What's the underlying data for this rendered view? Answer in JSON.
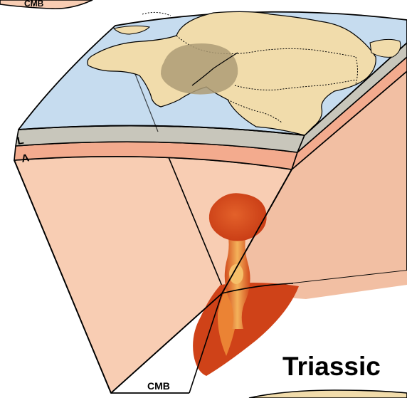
{
  "figure": {
    "period_title": "Triassic",
    "layers": {
      "lithosphere": "L",
      "asthenosphere": "A",
      "core_mantle_boundary": "CMB",
      "top_cut_label": "CMB"
    }
  },
  "colors": {
    "ocean": "#c6dcef",
    "land": "#f1dcab",
    "plateau": "#ae9c75",
    "lithosphere": "#c8c6bb",
    "asthenosphere": "#f3ab8e",
    "mantle": "#f8cdb3",
    "mantle_shadow": "#f2bfa3",
    "plume": "#d7461c",
    "plume_hot": "#f0a347"
  }
}
